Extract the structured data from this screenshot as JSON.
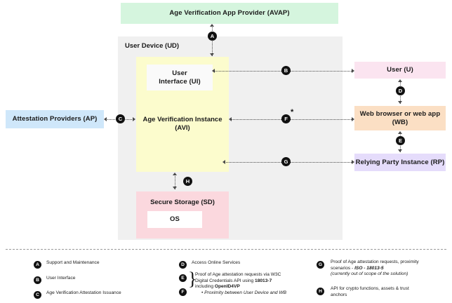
{
  "diagram": {
    "boxes": {
      "avap": "Age Verification App Provider (AVAP)",
      "user_device": "User Device (UD)",
      "avi": "Age Verification Instance (AVI)",
      "ui": "User\nInterface (UI)",
      "ui_line1": "User",
      "ui_line2": "Interface (UI)",
      "avi_line1": "Age Verification Instance",
      "avi_line2": "(AVI)",
      "secure_storage": "Secure Storage (SD)",
      "os": "OS",
      "attestation_providers": "Attestation Providers (AP)",
      "user": "User (U)",
      "web_browser_line1": "Web browser or web app",
      "web_browser_line2": "(WB)",
      "relying_party": "Relying Party Instance (RP)"
    },
    "markers": {
      "a": "A",
      "b": "B",
      "c": "C",
      "d": "D",
      "e": "E",
      "f": "F",
      "g": "G",
      "h": "H",
      "f_asterisk": "*"
    },
    "colors": {
      "avap": "#d5f5de",
      "user_device": "#f0f0f0",
      "avi": "#fcfccd",
      "ui": "#fafafa",
      "secure_storage": "#fbd8de",
      "os": "#ffffff",
      "attestation_providers": "#cfe7fa",
      "user": "#fbe4f0",
      "web_browser": "#fbdfc4",
      "relying_party": "#e5dcfb",
      "connector": "#4a4a4a",
      "marker": "#111111"
    }
  },
  "legend": {
    "col1": [
      {
        "key": "A",
        "text": "Support and Maintenance"
      },
      {
        "key": "B",
        "text": "User Interface"
      },
      {
        "key": "C",
        "text": "Age Verification Attestation Issuance"
      }
    ],
    "col2": {
      "d": {
        "key": "D",
        "text": "Access Online Services"
      },
      "ef": {
        "keys": [
          "E",
          "F"
        ],
        "line1": "Proof of Age attestation requests via W3C",
        "line2_pre": "Digital Credentials API using ",
        "line2_bold": "18013-7",
        "line3_pre": "including ",
        "line3_bold": "OpenID4VP",
        "bullet": "Proximity between User Device and WB"
      }
    },
    "col3": {
      "g": {
        "key": "G",
        "line1": "Proof of Age attestation requests, proximity",
        "line2_pre": "scenarios - ",
        "line2_em": "ISO - 18013-5",
        "line3_em": "(currently out of scope of the solution)"
      },
      "h": {
        "key": "H",
        "line1": "API for crypto functions, assets & trust",
        "line2": "anchors"
      }
    }
  }
}
